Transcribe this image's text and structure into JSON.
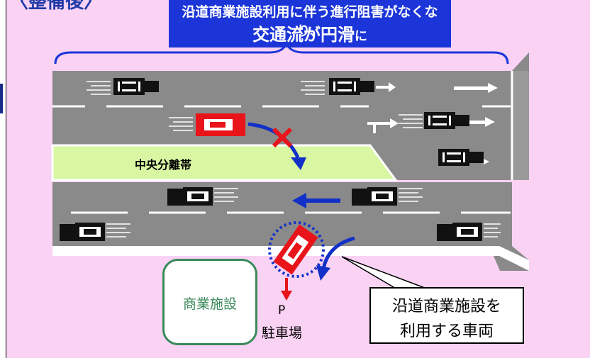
{
  "heading": {
    "partial": "〈整備後〉"
  },
  "banner": {
    "line1": "沿道商業施設利用に伴う進行阻害がなくなり、",
    "line2_main": "交通流が円滑",
    "line2_suffix": "に"
  },
  "road": {
    "median_label": "中央分離帯"
  },
  "facility": {
    "label": "商業施設"
  },
  "parking": {
    "symbol": "P",
    "label": "駐車場"
  },
  "callout": {
    "line1": "沿道商業施設を",
    "line2": "利用する車両"
  },
  "colors": {
    "background": "#f9d2f4",
    "banner": "#1b35d9",
    "road": "#8a8a8a",
    "median": "#d9f7a3",
    "arrow_blue": "#1230c8",
    "highlight_car": "#e8141a",
    "facility_border": "#3a8a5a"
  },
  "icons": [
    "car-icon",
    "blocked-x-icon",
    "flow-arrow-icon",
    "dotted-circle-icon"
  ]
}
